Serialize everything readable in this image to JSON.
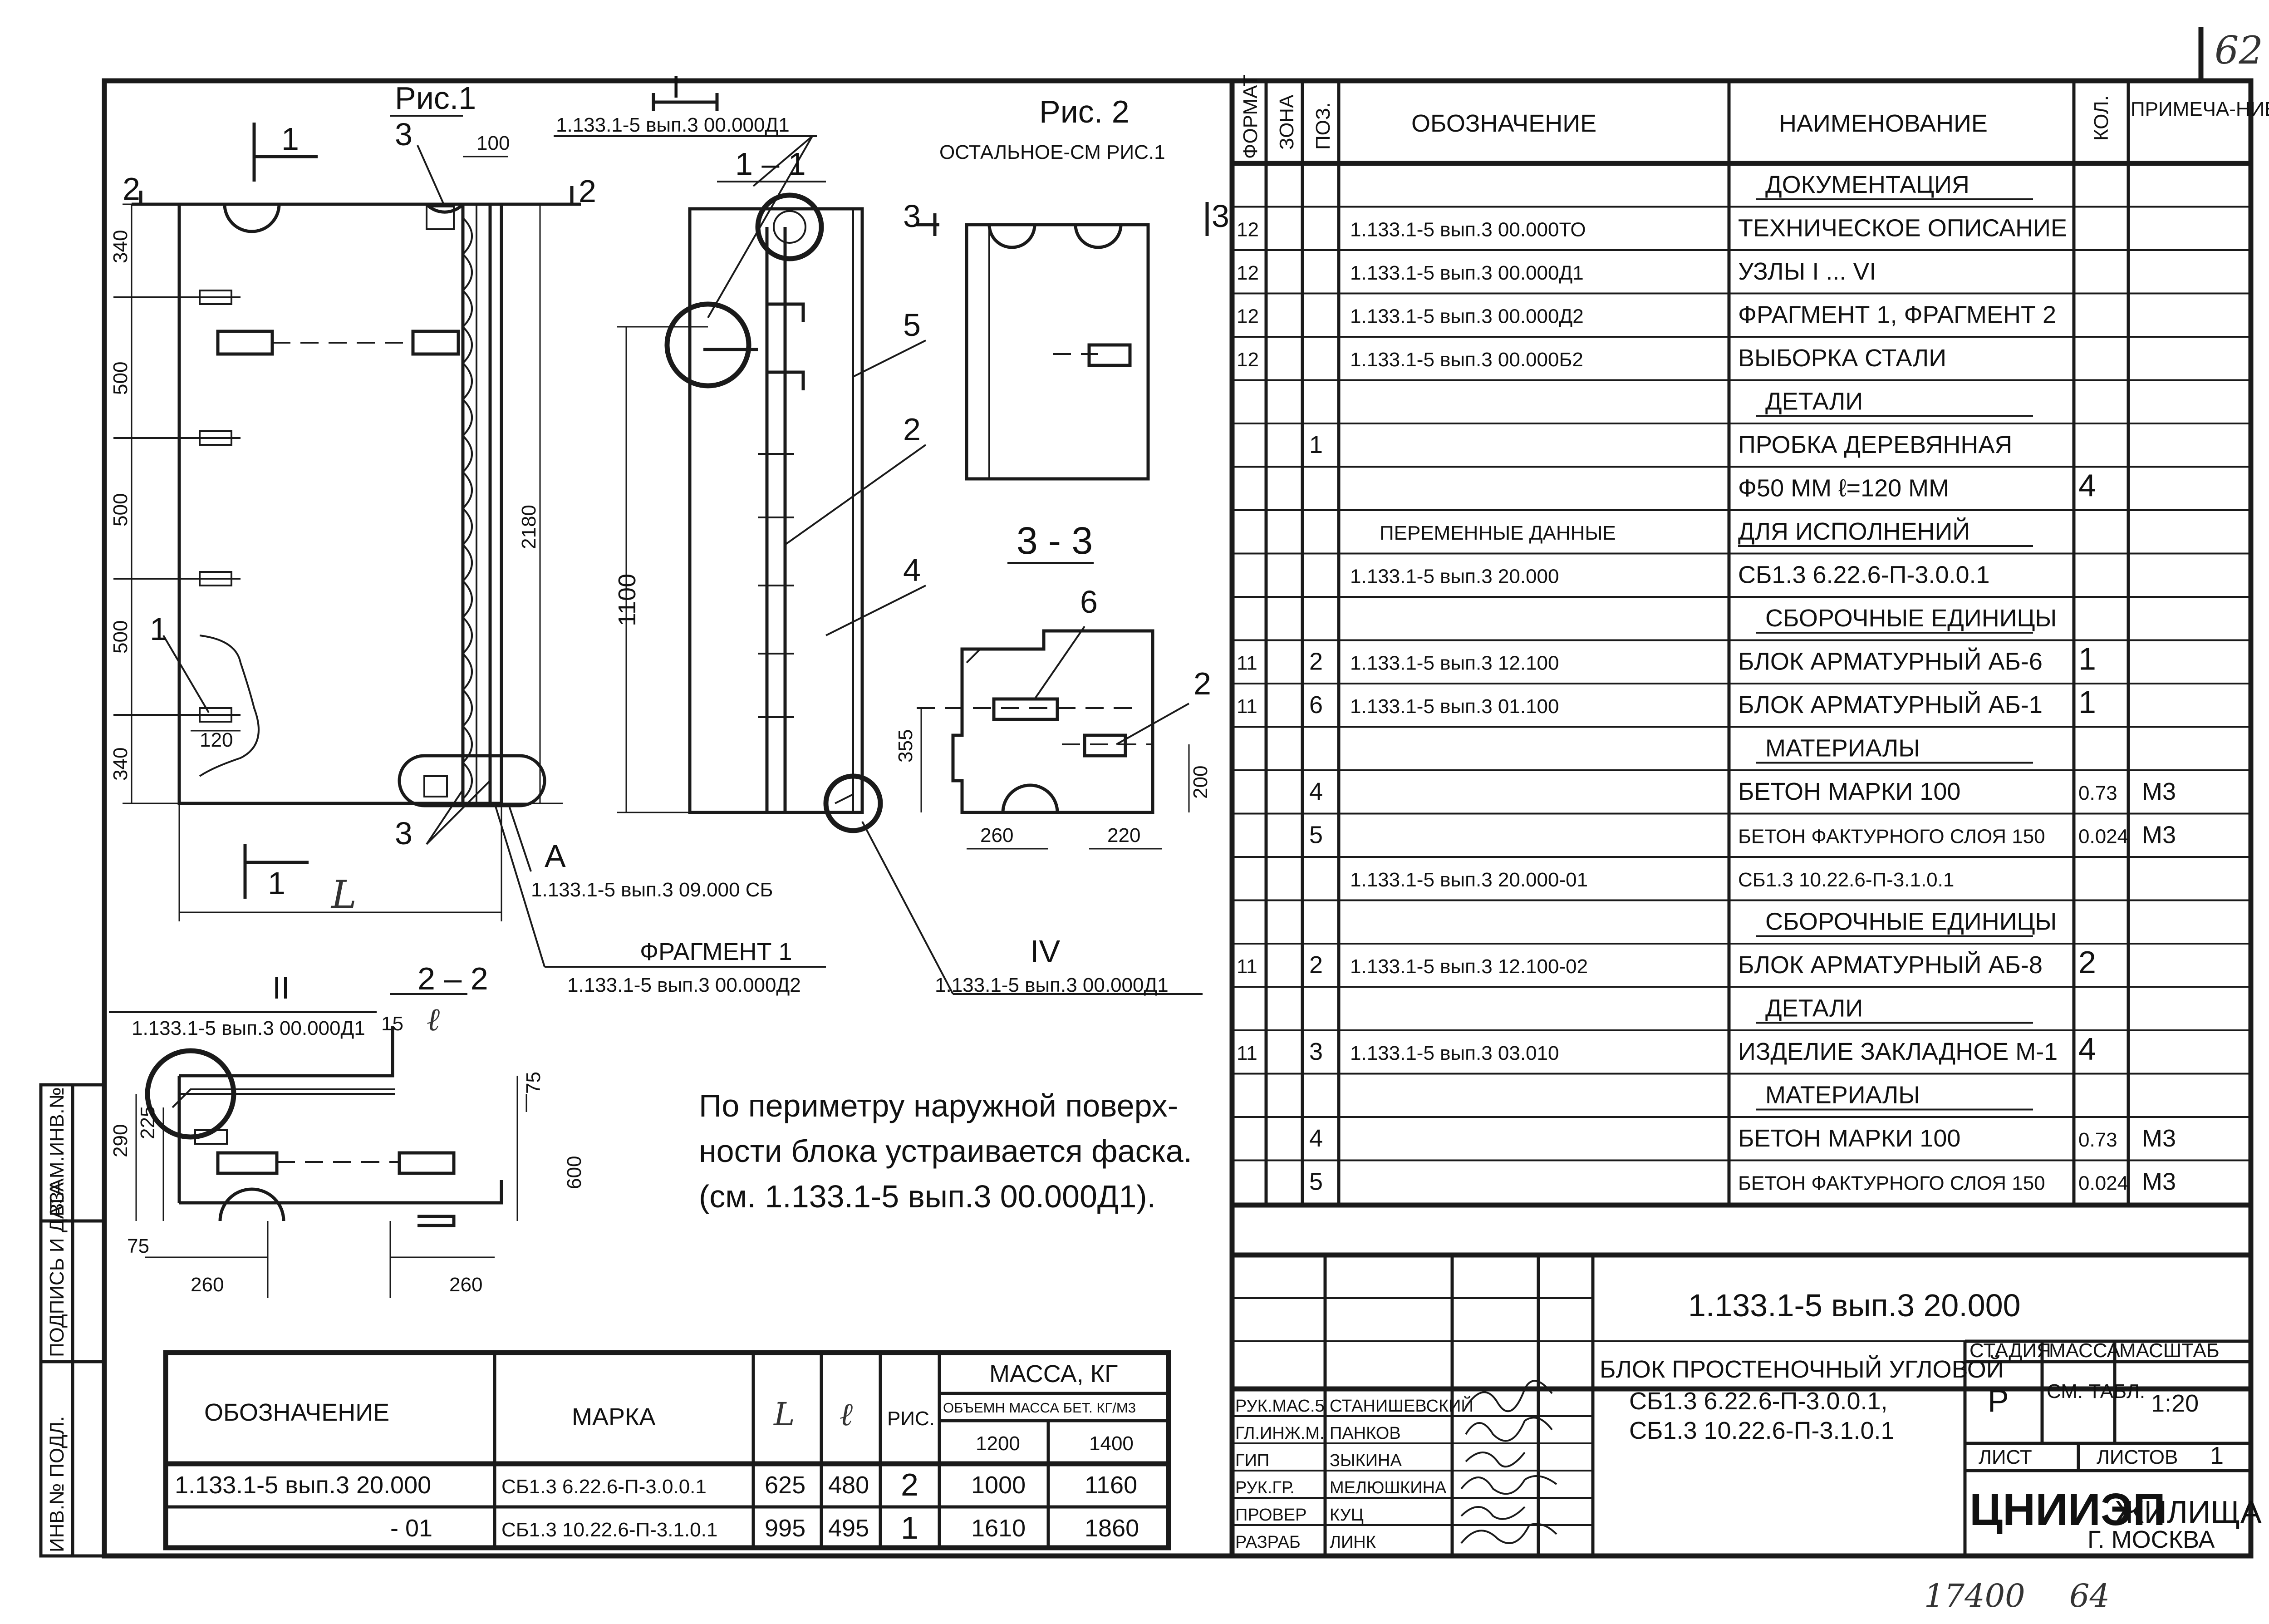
{
  "sheet": {
    "page_number": "62",
    "archive_number": "17400",
    "archive_sheet": "64",
    "side_stamp": [
      "ИНВ.№ ПОДЛ.",
      "ПОДПИСЬ И ДАТА",
      "ВЗАМ.ИНВ.№"
    ]
  },
  "fig1": {
    "title": "Рис.1",
    "section_marks": [
      "1",
      "1",
      "2",
      "2"
    ],
    "dims": [
      "100",
      "340",
      "500",
      "500",
      "500",
      "340",
      "2180",
      "120",
      "L"
    ],
    "callouts": [
      "3",
      "3",
      "1"
    ],
    "node_A": "A",
    "node_A_ref": "1.133.1-5 вып.3 09.000 СБ",
    "fragment_title": "ФРАГМЕНТ 1",
    "fragment_ref": "1.133.1-5 вып.3 00.000Д2"
  },
  "node_I": {
    "label": "I",
    "ref": "1.133.1-5 вып.3 00.000Д1"
  },
  "section11": {
    "title": "1 – 1",
    "dim": "1100",
    "callouts": [
      "5",
      "2",
      "4"
    ]
  },
  "fig2": {
    "title": "Рис. 2",
    "subtitle": "ОСТАЛЬНОЕ-СМ РИС.1",
    "section_marks": [
      "3",
      "3"
    ]
  },
  "section33": {
    "title": "3 - 3",
    "dims": [
      "355",
      "260",
      "220",
      "200"
    ],
    "callouts": [
      "6",
      "2"
    ]
  },
  "node_IV": {
    "label": "IV",
    "ref": "1.133.1-5 вып.3 00.000Д1"
  },
  "section22": {
    "title": "2 – 2",
    "node_label": "II",
    "node_ref": "1.133.1-5 вып.3 00.000Д1",
    "dims": [
      "15",
      "ℓ",
      "75",
      "290",
      "225",
      "600",
      "75",
      "260",
      "260"
    ]
  },
  "note": {
    "lines": [
      "По периметру наружной поверх-",
      "ности блока устраивается фаска.",
      "(см. 1.133.1-5 вып.3 00.000Д1)."
    ]
  },
  "mass_table": {
    "headers": {
      "designation": "ОБОЗНАЧЕНИЕ",
      "mark": "МАРКА",
      "L": "L",
      "l": "ℓ",
      "fig": "РИС.",
      "mass": "МАССА, КГ",
      "mass_sub": "ОБЪЕМН МАССА БЕТ. КГ/М3",
      "m1200": "1200",
      "m1400": "1400"
    },
    "rows": [
      {
        "designation": "1.133.1-5 вып.3 20.000",
        "mark": "СБ1.3 6.22.6-П-3.0.0.1",
        "L": "625",
        "l": "480",
        "fig": "2",
        "m1200": "1000",
        "m1400": "1160"
      },
      {
        "designation": "- 01",
        "mark": "СБ1.3 10.22.6-П-3.1.0.1",
        "L": "995",
        "l": "495",
        "fig": "1",
        "m1200": "1610",
        "m1400": "1860"
      }
    ]
  },
  "spec": {
    "headers": {
      "format": "ФОРМАТ",
      "zone": "ЗОНА",
      "pos": "ПОЗ.",
      "designation": "ОБОЗНАЧЕНИЕ",
      "name": "НАИМЕНОВАНИЕ",
      "qty": "КОЛ.",
      "note": "ПРИМЕЧА-НИЕ"
    },
    "rows": [
      {
        "f": "",
        "p": "",
        "d": "",
        "n": "ДОКУМЕНТАЦИЯ",
        "q": "",
        "section": true
      },
      {
        "f": "12",
        "p": "",
        "d": "1.133.1-5 вып.3 00.000ТО",
        "n": "ТЕХНИЧЕСКОЕ ОПИСАНИЕ",
        "q": ""
      },
      {
        "f": "12",
        "p": "",
        "d": "1.133.1-5 вып.3 00.000Д1",
        "n": "УЗЛЫ I ... VI",
        "q": ""
      },
      {
        "f": "12",
        "p": "",
        "d": "1.133.1-5 вып.3 00.000Д2",
        "n": "ФРАГМЕНТ 1, ФРАГМЕНТ 2",
        "q": ""
      },
      {
        "f": "12",
        "p": "",
        "d": "1.133.1-5 вып.3 00.000Б2",
        "n": "ВЫБОРКА СТАЛИ",
        "q": ""
      },
      {
        "f": "",
        "p": "",
        "d": "",
        "n": "ДЕТАЛИ",
        "q": "",
        "section": true
      },
      {
        "f": "",
        "p": "1",
        "d": "",
        "n": "ПРОБКА ДЕРЕВЯННАЯ",
        "q": ""
      },
      {
        "f": "",
        "p": "",
        "d": "",
        "n": "Ф50 ММ  ℓ=120 ММ",
        "q": "4"
      },
      {
        "f": "",
        "p": "",
        "d": "ПЕРЕМЕННЫЕ ДАННЫЕ",
        "n": "ДЛЯ ИСПОЛНЕНИЙ",
        "q": "",
        "section": true
      },
      {
        "f": "",
        "p": "",
        "d": "1.133.1-5 вып.3 20.000",
        "n": "СБ1.3 6.22.6-П-3.0.0.1",
        "q": ""
      },
      {
        "f": "",
        "p": "",
        "d": "",
        "n": "СБОРОЧНЫЕ ЕДИНИЦЫ",
        "q": "",
        "section": true
      },
      {
        "f": "11",
        "p": "2",
        "d": "1.133.1-5 вып.3 12.100",
        "n": "БЛОК АРМАТУРНЫЙ АБ-6",
        "q": "1"
      },
      {
        "f": "11",
        "p": "6",
        "d": "1.133.1-5 вып.3 01.100",
        "n": "БЛОК АРМАТУРНЫЙ АБ-1",
        "q": "1"
      },
      {
        "f": "",
        "p": "",
        "d": "",
        "n": "МАТЕРИАЛЫ",
        "q": "",
        "section": true
      },
      {
        "f": "",
        "p": "4",
        "d": "",
        "n": "БЕТОН  МАРКИ 100",
        "q": "0.73",
        "u": "М3"
      },
      {
        "f": "",
        "p": "5",
        "d": "",
        "n": "БЕТОН ФАКТУРНОГО СЛОЯ 150",
        "q": "0.024",
        "u": "М3"
      },
      {
        "f": "",
        "p": "",
        "d": "1.133.1-5 вып.3 20.000-01",
        "n": "СБ1.3 10.22.6-П-3.1.0.1",
        "q": ""
      },
      {
        "f": "",
        "p": "",
        "d": "",
        "n": "СБОРОЧНЫЕ ЕДИНИЦЫ",
        "q": "",
        "section": true
      },
      {
        "f": "11",
        "p": "2",
        "d": "1.133.1-5 вып.3 12.100-02",
        "n": "БЛОК АРМАТУРНЫЙ АБ-8",
        "q": "2"
      },
      {
        "f": "",
        "p": "",
        "d": "",
        "n": "ДЕТАЛИ",
        "q": "",
        "section": true
      },
      {
        "f": "11",
        "p": "3",
        "d": "1.133.1-5 вып.3 03.010",
        "n": "ИЗДЕЛИЕ ЗАКЛАДНОЕ М-1",
        "q": "4"
      },
      {
        "f": "",
        "p": "",
        "d": "",
        "n": "МАТЕРИАЛЫ",
        "q": "",
        "section": true
      },
      {
        "f": "",
        "p": "4",
        "d": "",
        "n": "БЕТОН  МАРКИ 100",
        "q": "0.73",
        "u": "М3"
      },
      {
        "f": "",
        "p": "5",
        "d": "",
        "n": "БЕТОН ФАКТУРНОГО СЛОЯ 150",
        "q": "0.024",
        "u": "М3"
      }
    ]
  },
  "title_block": {
    "document_code": "1.133.1-5 вып.3 20.000",
    "name_lines": [
      "БЛОК ПРОСТЕНОЧНЫЙ УГЛОВОЙ",
      "СБ1.3 6.22.6-П-3.0.0.1,",
      "СБ1.3 10.22.6-П-3.1.0.1"
    ],
    "stage_label": "СТАДИЯ",
    "stage": "Р",
    "mass_label": "МАССА",
    "mass_value": "СМ. ТАБЛ.",
    "scale_label": "МАСШТАБ",
    "scale": "1:20",
    "sheet_label": "ЛИСТ",
    "sheets_label": "ЛИСТОВ",
    "sheets": "1",
    "org_logo": "ЦНИИЭП",
    "org_tail": "ЖИЛИЩА",
    "city": "Г. МОСКВА",
    "people": [
      {
        "role": "РУК.МАС.5",
        "name": "СТАНИШЕВСКИЙ"
      },
      {
        "role": "ГЛ.ИНЖ.М.",
        "name": "ПАНКОВ"
      },
      {
        "role": "ГИП",
        "name": "ЗЫКИНА"
      },
      {
        "role": "РУК.ГР.",
        "name": "МЕЛЮШКИНА"
      },
      {
        "role": "ПРОВЕР",
        "name": "КУЦ"
      },
      {
        "role": "РАЗРАБ",
        "name": "ЛИНК"
      }
    ]
  }
}
